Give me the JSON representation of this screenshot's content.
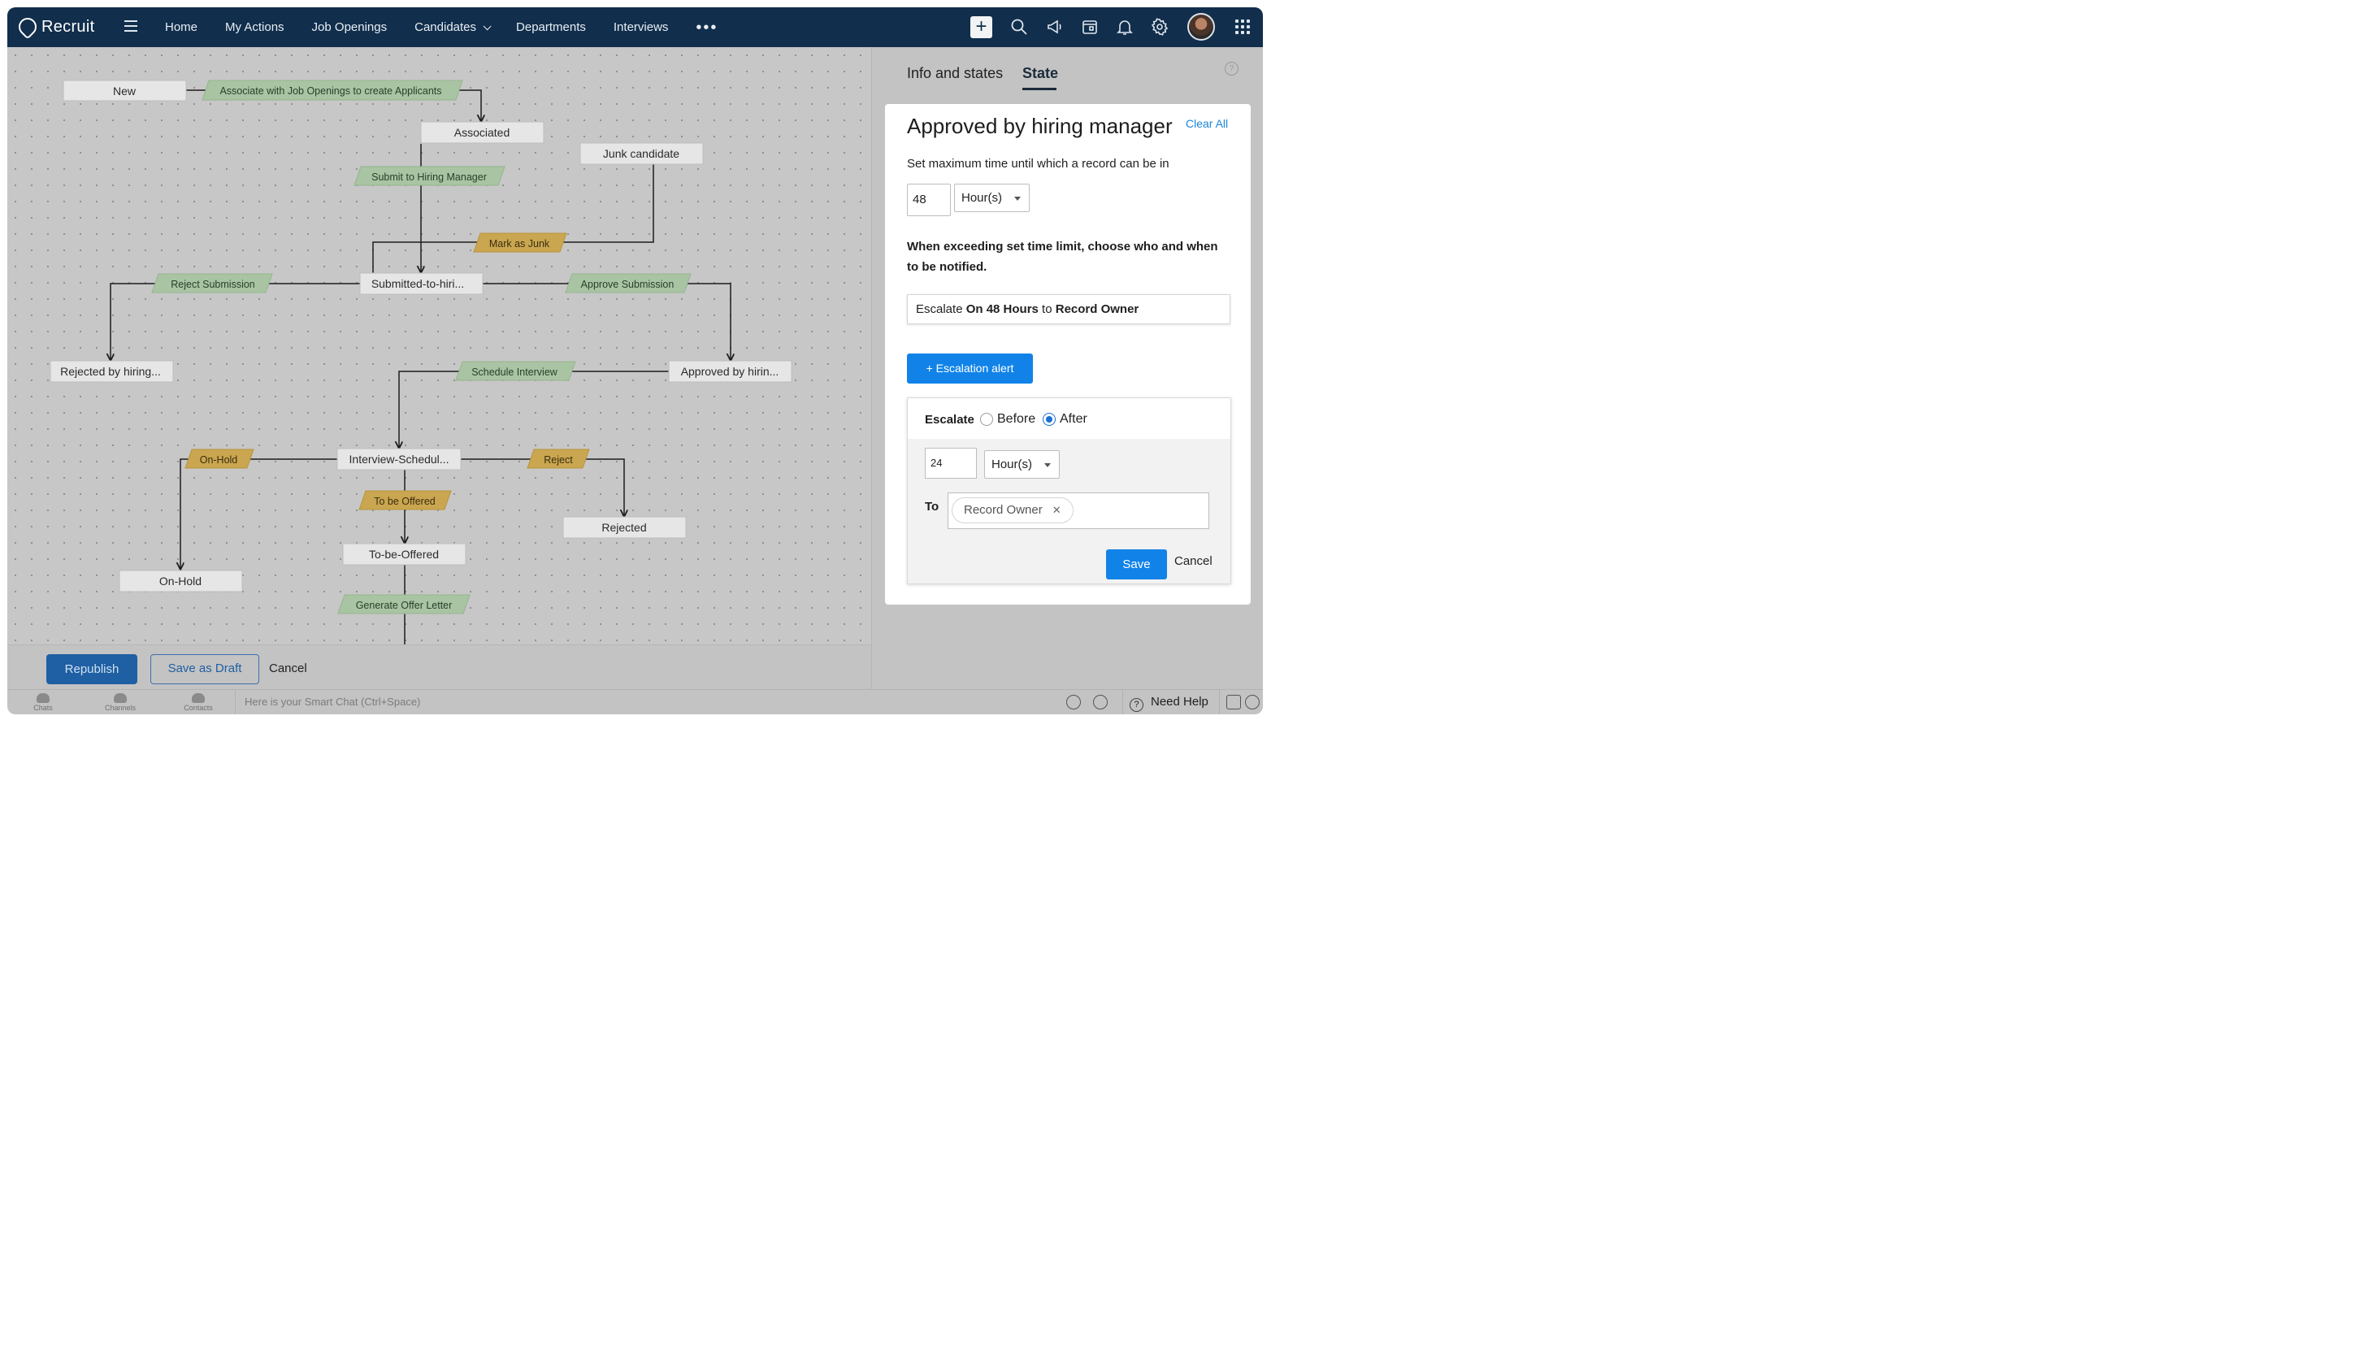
{
  "nav": {
    "app_name": "Recruit",
    "menu": [
      {
        "label": "Home"
      },
      {
        "label": "My Actions"
      },
      {
        "label": "Job Openings"
      },
      {
        "label": "Candidates",
        "has_dropdown": true
      },
      {
        "label": "Departments"
      },
      {
        "label": "Interviews"
      }
    ],
    "more": "•••",
    "icons": [
      "plus-icon",
      "search-icon",
      "megaphone-icon",
      "calendar-icon",
      "bell-icon",
      "gear-icon",
      "avatar",
      "apps-grid-icon"
    ]
  },
  "flow": {
    "states": {
      "new": "New",
      "associated": "Associated",
      "junk": "Junk candidate",
      "submitted": "Submitted-to-hiri...",
      "rejected_hiring": "Rejected by hiring...",
      "approved": "Approved by hirin...",
      "interview": "Interview-Schedul...",
      "rejected": "Rejected",
      "to_be_offered": "To-be-Offered",
      "on_hold": "On-Hold"
    },
    "transitions": {
      "associate": "Associate with Job Openings to create Applicants",
      "submit": "Submit to Hiring Manager",
      "mark_junk": "Mark as Junk",
      "reject_sub": "Reject Submission",
      "approve_sub": "Approve Submission",
      "schedule": "Schedule Interview",
      "on_hold": "On-Hold",
      "reject": "Reject",
      "to_be_offered": "To be Offered",
      "offer_letter": "Generate Offer Letter"
    }
  },
  "actions": {
    "republish": "Republish",
    "save_draft": "Save as Draft",
    "cancel": "Cancel"
  },
  "panel": {
    "tabs": [
      "Info and states",
      "State"
    ],
    "active_tab": "State",
    "title": "Approved by hiring manager",
    "clear_all": "Clear All",
    "set_max_text": "Set maximum time until which a record can be in",
    "max_time": {
      "value": "48",
      "unit": "Hour(s)"
    },
    "when_text": "When exceeding set time limit, choose who and when to be notified.",
    "summary": {
      "prefix": "Escalate ",
      "when": "On 48 Hours",
      "mid": " to ",
      "who": "Record Owner"
    },
    "escalation_alert_button": "+ Escalation alert",
    "escalate": {
      "label": "Escalate",
      "options": [
        "Before",
        "After"
      ],
      "selected": "After",
      "value": "24",
      "unit": "Hour(s)",
      "to_label": "To",
      "recipient": "Record Owner",
      "save": "Save",
      "cancel": "Cancel"
    }
  },
  "chatbar": {
    "items": [
      "Chats",
      "Channels",
      "Contacts"
    ],
    "placeholder": "Here is your Smart Chat (Ctrl+Space)",
    "help": "Need Help"
  },
  "colors": {
    "nav_bg": "#112e4c",
    "primary": "#1183e8",
    "transition_green": "#a9c4a3",
    "transition_gold": "#c9a64f"
  }
}
